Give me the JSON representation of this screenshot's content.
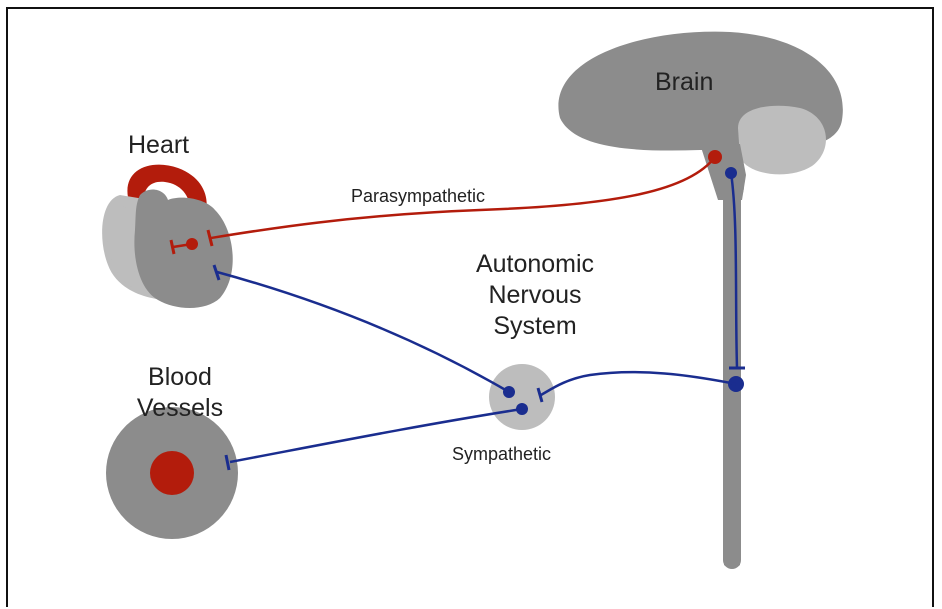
{
  "labels": {
    "brain": "Brain",
    "heart": "Heart",
    "blood_vessels_line1": "Blood",
    "blood_vessels_line2": "Vessels",
    "ans_line1": "Autonomic",
    "ans_line2": "Nervous",
    "ans_line3": "System",
    "parasympathetic": "Parasympathetic",
    "sympathetic": "Sympathetic"
  },
  "colors": {
    "parasympathetic_pathway": "#b31c0c",
    "sympathetic_pathway": "#1a2d8f",
    "organ_dark": "#8c8c8c",
    "organ_light": "#bdbdbd",
    "frame": "#111111"
  }
}
